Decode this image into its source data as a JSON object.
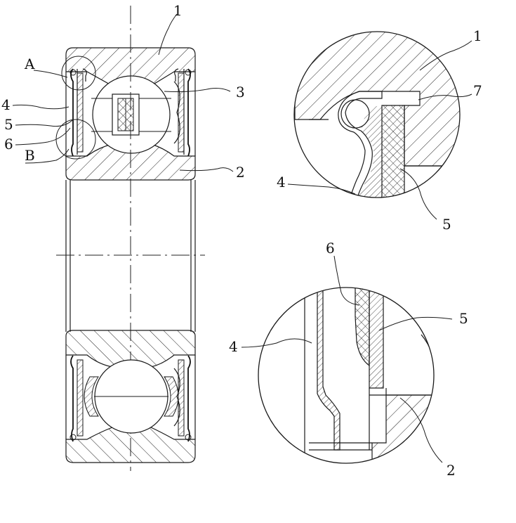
{
  "main_view": {
    "labels": {
      "outer_ring": "1",
      "inner_ring": "2",
      "ball_cage": "3",
      "shield": "4",
      "seal": "5",
      "lip": "6",
      "detail_a": "A",
      "detail_b": "B"
    }
  },
  "detail_a": {
    "labels": {
      "outer_ring": "1",
      "shield": "4",
      "seal": "5",
      "flange": "7"
    }
  },
  "detail_b": {
    "labels": {
      "inner_ring": "2",
      "shield": "4",
      "seal": "5",
      "lip": "6"
    }
  }
}
